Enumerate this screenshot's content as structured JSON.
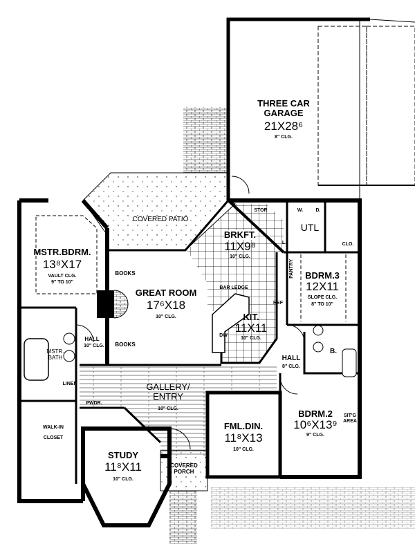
{
  "rooms": {
    "garage": {
      "name1": "THREE CAR",
      "name2": "GARAGE",
      "dim": "21X28⁶",
      "clg": "8\" CLG."
    },
    "patio": {
      "name": "COVERED PATIO"
    },
    "master_bedroom": {
      "name": "MSTR.BDRM.",
      "dim": "13⁸X17",
      "clg1": "VAULT CLG.",
      "clg2": "9\" TO 10\""
    },
    "great_room": {
      "name": "GREAT ROOM",
      "dim": "17⁶X18",
      "clg": "10\" CLG."
    },
    "breakfast": {
      "name": "BRKFT.",
      "dim": "11X9⁸",
      "clg": "10\" CLG."
    },
    "kitchen": {
      "name": "KIT.",
      "dim": "11X11",
      "clg": "10\" CLG."
    },
    "bedroom3": {
      "name": "BDRM.3",
      "dim": "12X11",
      "clg1": "SLOPE CLG.",
      "clg2": "8\" TO 10\""
    },
    "hall_left": {
      "name": "HALL",
      "clg": "10\" CLG."
    },
    "hall_right": {
      "name": "HALL",
      "clg": "8\" CLG."
    },
    "master_bath": {
      "name1": "MSTR.",
      "name2": "BATH"
    },
    "gallery": {
      "name1": "GALLERY/",
      "name2": "ENTRY",
      "clg": "10\" CLG."
    },
    "walk_in_closet": {
      "name1": "WALK-IN",
      "name2": "CLOSET"
    },
    "study": {
      "name": "STUDY",
      "dim": "11⁸X11",
      "clg": "10\" CLG."
    },
    "covered_porch": {
      "name1": "COVERED",
      "name2": "PORCH"
    },
    "family_dining": {
      "name": "FML.DIN.",
      "dim": "11⁸X13",
      "clg": "10\" CLG."
    },
    "bedroom2": {
      "name": "BDRM.2",
      "dim": "10⁶X13⁹",
      "clg": "9\" CLG."
    },
    "sitting_area": {
      "name1": "SIT'G",
      "name2": "AREA"
    }
  },
  "fixtures": {
    "books_top": "BOOKS",
    "books_bottom": "BOOKS",
    "bar_ledge": "BAR LEDGE",
    "stor": "STOR",
    "utl": "UTL",
    "washer": "W.",
    "dryer": "D.",
    "linen_small": "L.",
    "clo": "CLO.",
    "pantry": "PANTRY",
    "ref": "REF",
    "dw": "DW",
    "bath": "B.",
    "linen": "LINEN",
    "powder": "PWDR."
  }
}
